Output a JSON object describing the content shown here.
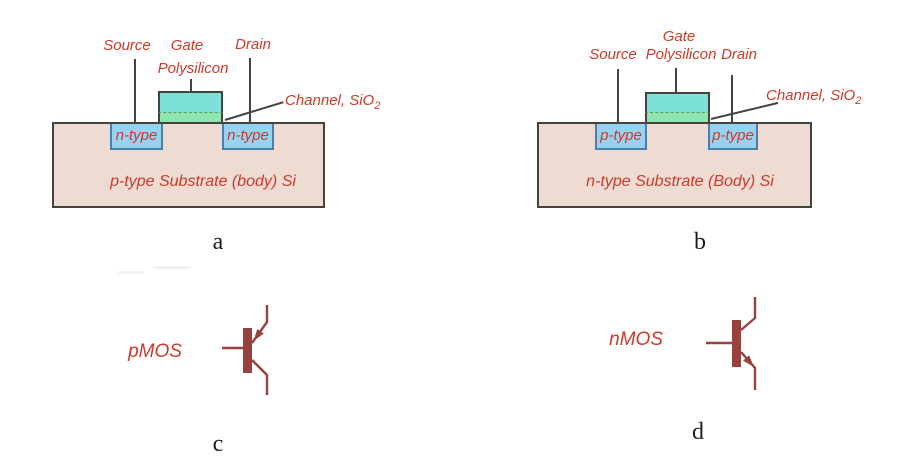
{
  "colors": {
    "label_red": "#cd3a2a",
    "symbol_maroon": "#97423e",
    "substrate_fill": "#eedbd2",
    "well_fill": "#97d3f0",
    "well_border": "#4a7fa8",
    "poly_fill": "#7de1da",
    "oxide_fill": "#90e4ad",
    "outline_dark": "#44433d"
  },
  "diagram_a": {
    "labels": {
      "source": "Source",
      "gate": "Gate",
      "polysilicon": "Polysilicon",
      "drain": "Drain",
      "channel": "Channel, SiO",
      "channel_sub": "2",
      "well_left": "n-type",
      "well_right": "n-type",
      "substrate": "p-type Substrate (body) Si",
      "caption": "a"
    }
  },
  "diagram_b": {
    "labels": {
      "gate": "Gate",
      "source": "Source",
      "polysilicon": "Polysilicon",
      "drain": "Drain",
      "channel": "Channel, SiO",
      "channel_sub": "2",
      "well_left": "p-type",
      "well_right": "p-type",
      "substrate": "n-type Substrate (Body) Si",
      "caption": "b"
    }
  },
  "symbol_c": {
    "label": "pMOS",
    "caption": "c"
  },
  "symbol_d": {
    "label": "nMOS",
    "caption": "d"
  }
}
